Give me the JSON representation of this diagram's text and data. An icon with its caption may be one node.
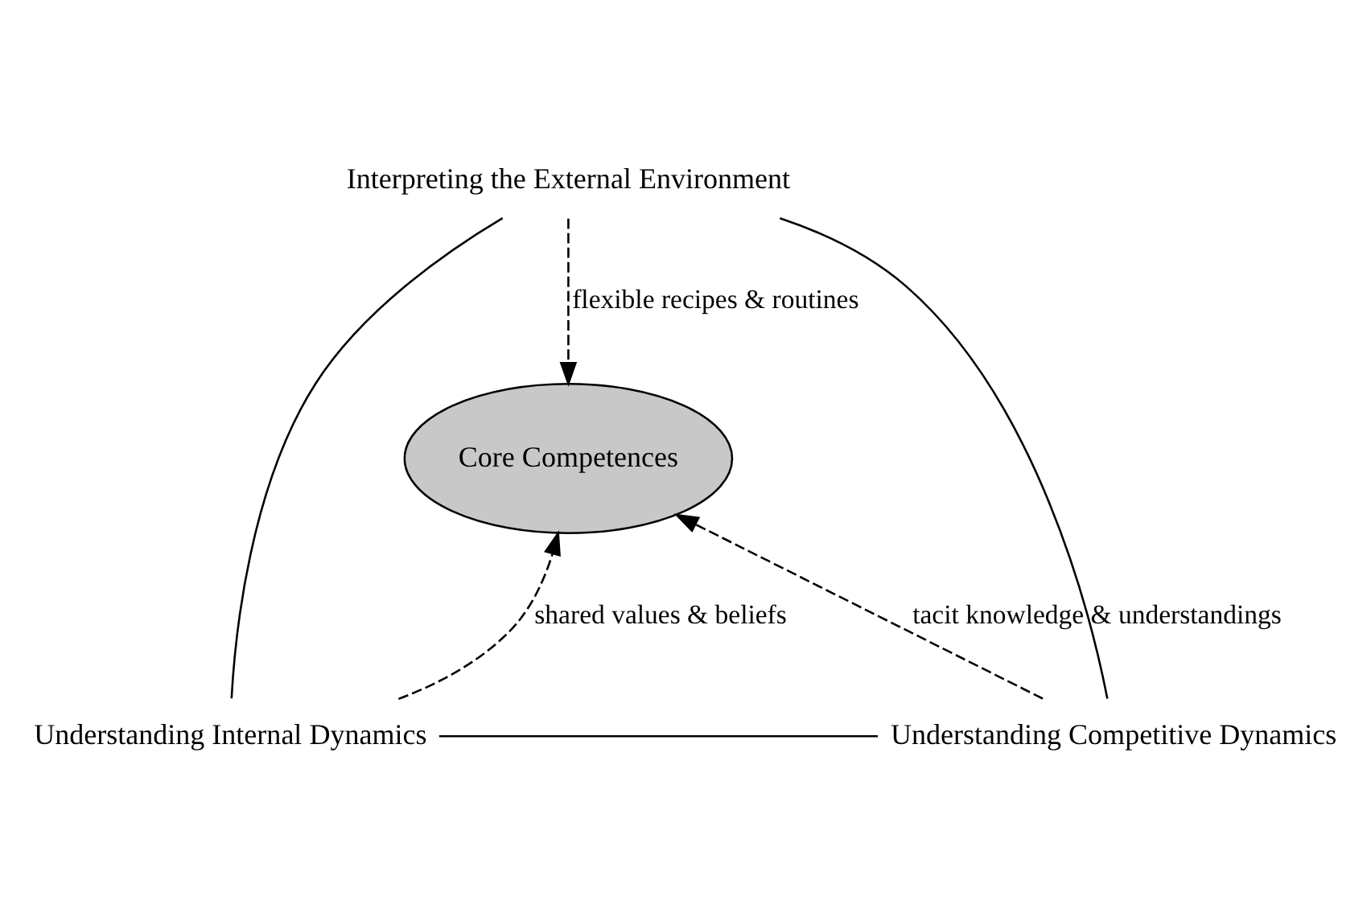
{
  "diagram": {
    "nodes": [
      {
        "text": [
          "Interpreting the External Environment"
        ]
      },
      {
        "text": [
          "Understanding Internal Dynamics"
        ]
      },
      {
        "text": [
          "Understanding Competitive Dynamics"
        ]
      },
      {
        "text": [
          "Core Competences"
        ]
      }
    ],
    "edges": [
      {
        "from": 0,
        "to": 3,
        "arrow": "to",
        "style": "dashed",
        "label": "flexible recipes & routines"
      },
      {
        "from": 1,
        "to": 3,
        "arrow": "to",
        "style": "dashed",
        "label": "shared values & beliefs"
      },
      {
        "from": 2,
        "to": 3,
        "arrow": "to",
        "style": "dashed",
        "label": "tacit knowledge & understandings"
      },
      {
        "from": 0,
        "to": 1,
        "arrow": "none"
      },
      {
        "from": 0,
        "to": 2,
        "arrow": "none"
      },
      {
        "from": 1,
        "to": 2,
        "arrow": "none"
      }
    ]
  }
}
